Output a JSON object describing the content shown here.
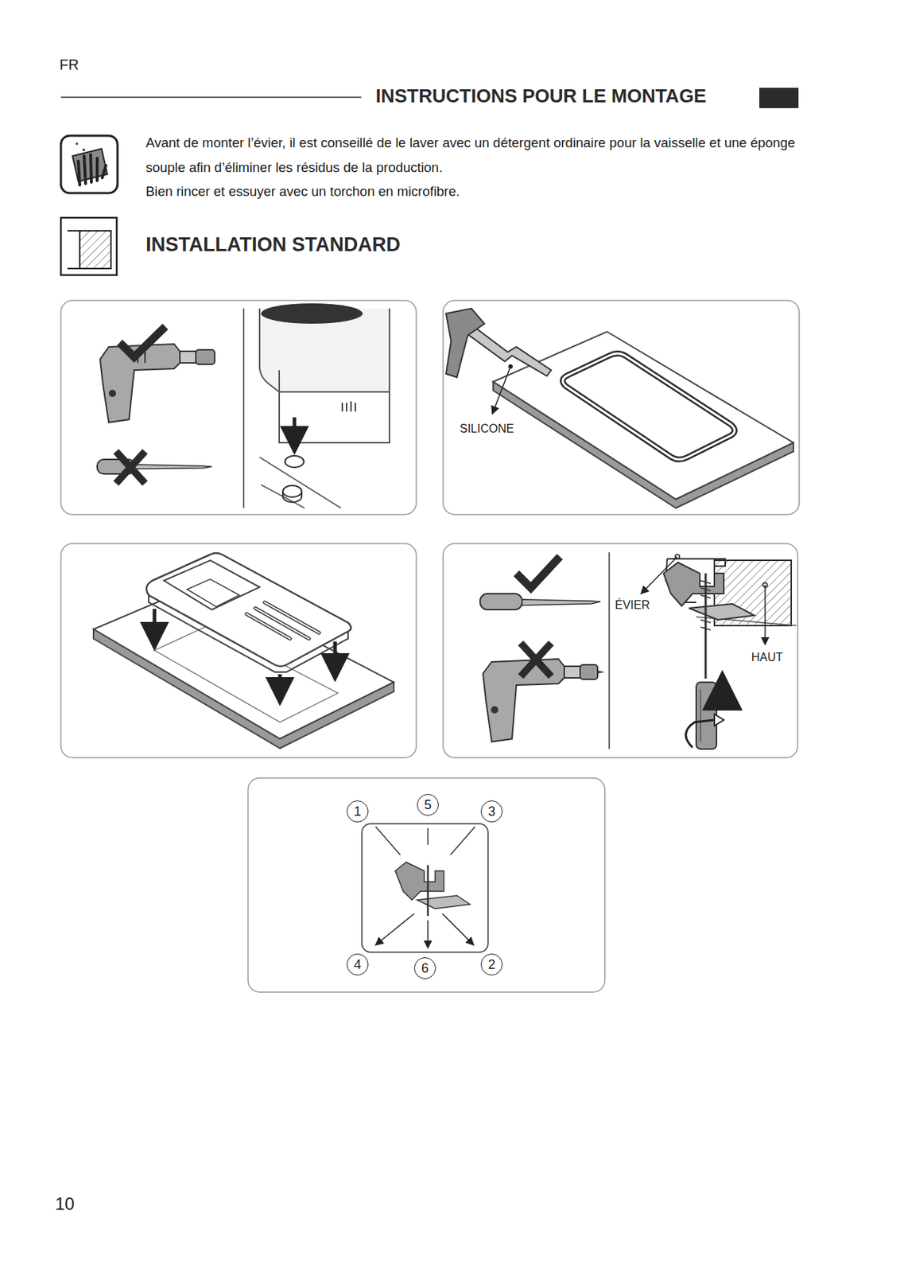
{
  "diagram": {
    "title": "INSTRUCTIONS POUR LE MONTAGE",
    "nodes": [
      {
        "text": [
          "1"
        ]
      },
      {
        "text": [
          "5"
        ]
      },
      {
        "text": [
          "3"
        ]
      },
      {
        "text": [
          "4"
        ]
      },
      {
        "text": [
          "6"
        ]
      },
      {
        "text": [
          "2"
        ]
      }
    ],
    "labels": [
      "FR",
      "Avant de monter l’évier, il est conseillé de le laver avec un détergent ordinaire pour la vaisselle et une éponge souple afin d’éliminer les résidus de la production.",
      "Bien rincer et essuyer avec un torchon en microfibre.",
      "INSTALLATION STANDARD",
      "SILICONE",
      "ÉVIER",
      "HAUT",
      "10"
    ]
  }
}
